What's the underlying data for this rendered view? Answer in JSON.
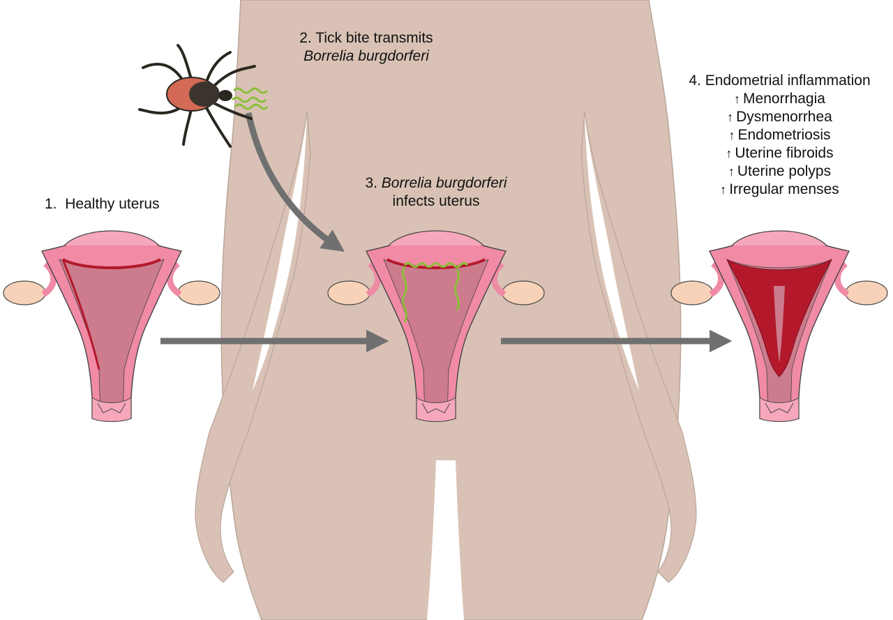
{
  "colors": {
    "body": "#d9c2b5",
    "body_outline": "#b9a59a",
    "uterus": "#f08aa5",
    "uterus_light": "#f6a7bb",
    "cavity": "#cc7c8c",
    "blood": "#b3192b",
    "ovary": "#f7d2b8",
    "arrow": "#707070",
    "tick_body": "#2a2620",
    "tick_scutum": "#d26a55",
    "bacteria": "#8cbf3a"
  },
  "step1": {
    "number": "1.",
    "label": "Healthy uterus"
  },
  "step2": {
    "line1": "2. Tick bite transmits",
    "line2": "Borrelia burgdorferi"
  },
  "step3": {
    "number": "3.",
    "italic": "Borrelia burgdorferi",
    "line2": "infects uterus"
  },
  "step4": {
    "title": "4. Endometrial inflammation",
    "arrow_symbol": "↑",
    "symptoms": [
      "Menorrhagia",
      "Dysmenorrhea",
      "Endometriosis",
      "Uterine fibroids",
      "Uterine polyps",
      "Irregular menses"
    ]
  }
}
